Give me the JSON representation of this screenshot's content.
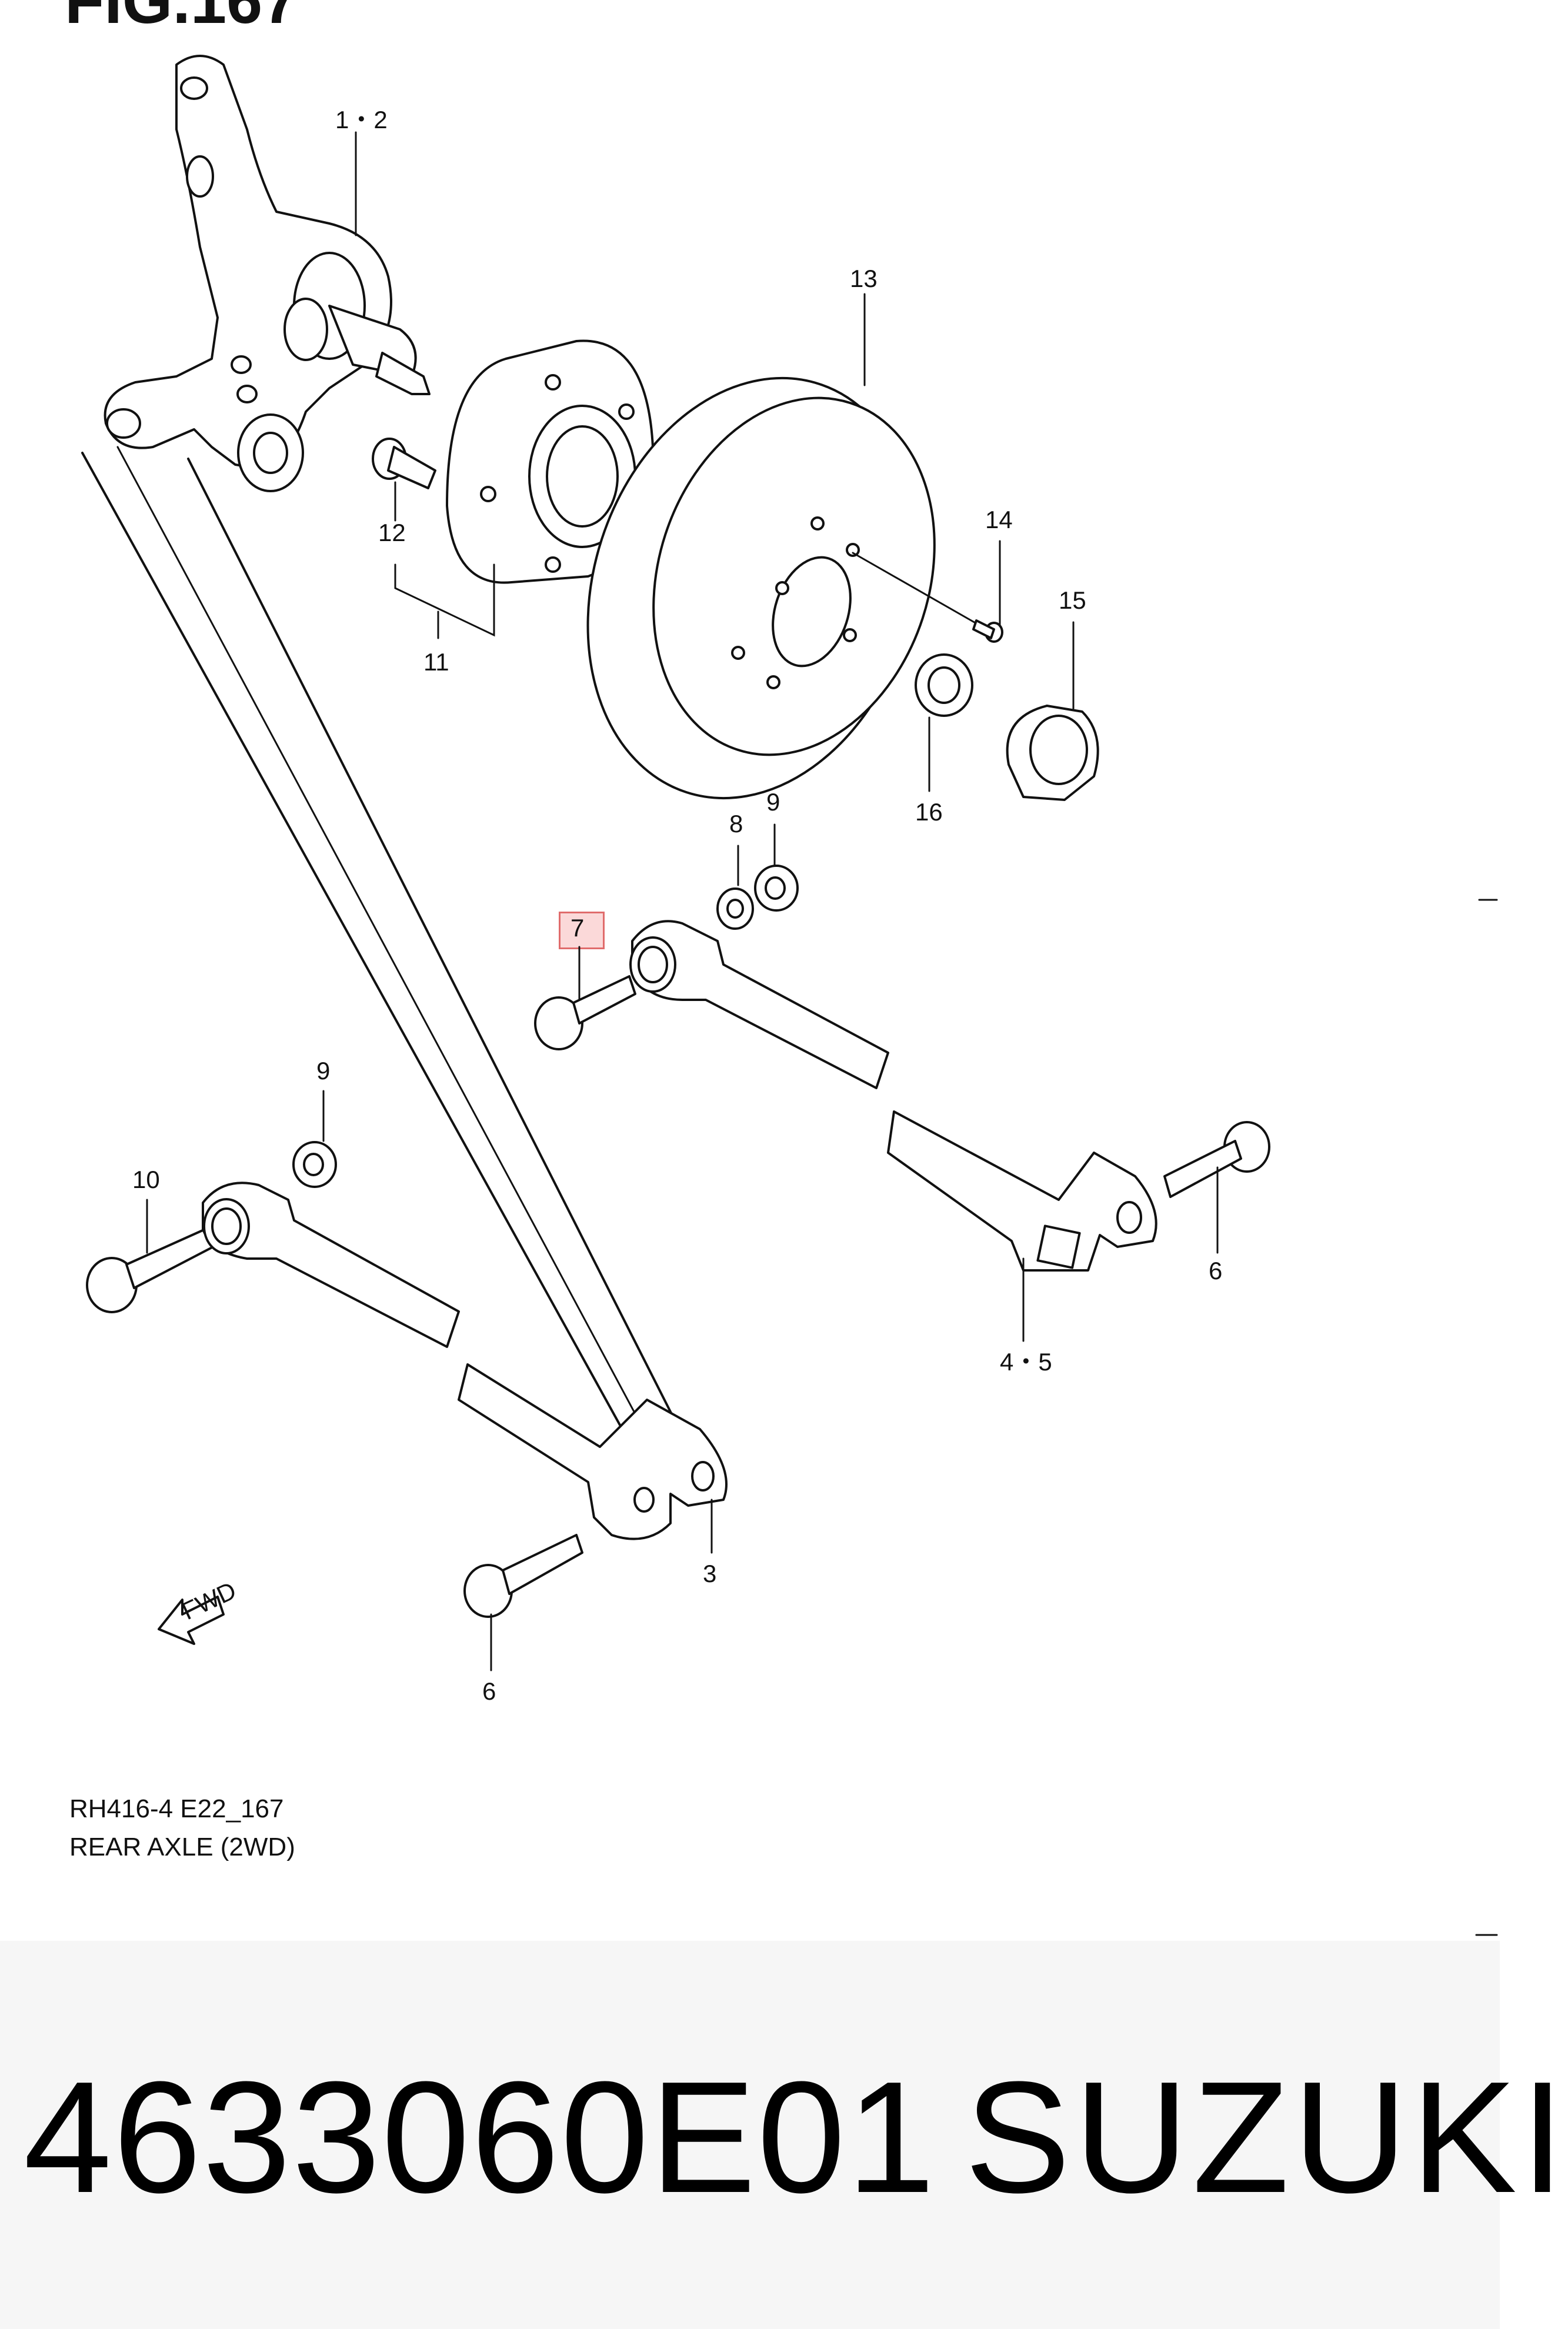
{
  "figure": {
    "title": "FIG.167",
    "code": "RH416-4 E22_167",
    "caption": "REAR AXLE (2WD)"
  },
  "callouts": {
    "p1_2": "1・2",
    "p13": "13",
    "p14": "14",
    "p15": "15",
    "p12": "12",
    "p11": "11",
    "p16": "16",
    "p8": "8",
    "p9a": "9",
    "p7": "7",
    "p9b": "9",
    "p10": "10",
    "p6a": "6",
    "p4_5": "4・5",
    "p3": "3",
    "p6b": "6"
  },
  "fwd_badge": "FWD",
  "highlighted_part": "7",
  "colors": {
    "highlight_fill": "#fbd9d9",
    "highlight_border": "#e06c6c",
    "line": "#111111"
  },
  "part_number": "4633060E01",
  "brand": "SUZUKI"
}
